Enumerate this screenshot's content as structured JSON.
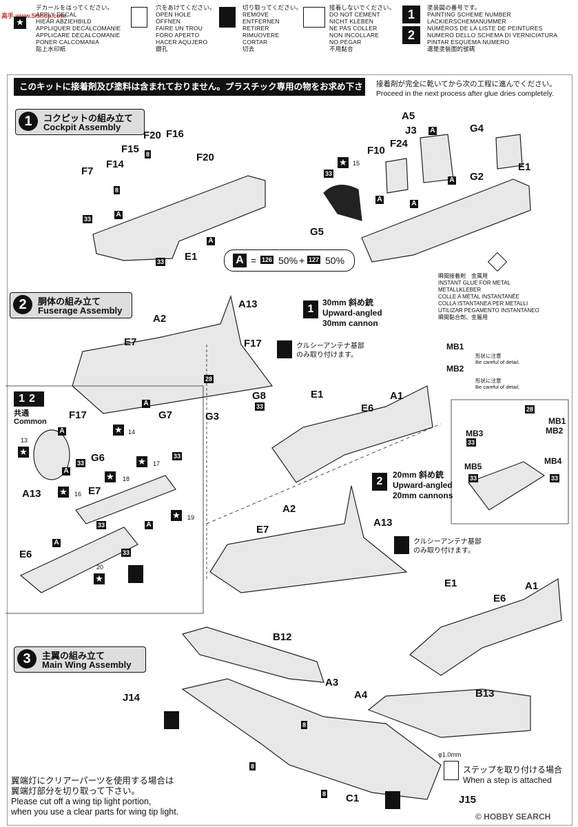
{
  "legend": {
    "decal": [
      "APPLY DECAL",
      "HIEAR ABZIEHBILD",
      "APPLIQUER DECALCOMANIE",
      "APPLICARE DECALCOMANIE",
      "PONER CALCOMANIA",
      "貼上水印紙"
    ],
    "decal_jp": "デカールをはってください。",
    "hole": [
      "穴をあけてください。",
      "OPEN HOLE",
      "ÖFFNEN",
      "FAIRE UN TROU",
      "FORO APERTO",
      "HACER AQUJERO",
      "鑽孔"
    ],
    "cut": [
      "切り取ってください。",
      "REMOVE",
      "ENTFERNEN",
      "RETIRER",
      "RIMUOVERE",
      "CORTAR",
      "切去"
    ],
    "noglue": [
      "接着しないでください。",
      "DO NOT CEMENT",
      "NICHT KLEBEN",
      "NE PAS COLLER",
      "NON INCOLLARE",
      "NO PEGAR",
      "不用黏合"
    ],
    "scheme": [
      "塗装図の番号です。",
      "PAINTING SCHEME NUMBER",
      "LACKIERSCHEMANUMMER",
      "NUMÉROS DE LA LISTE DE PEINTURES",
      "NUMERO DELLO SCHEMA DI VERNICIATURA",
      "PINTAR ESQUEMA NUMERO",
      "選是塗裝圖的號碼"
    ]
  },
  "watermark": "高手 www.5ishop.com",
  "notice": "このキットに接着剤及び塗料は含まれておりません。プラスチック専用の物をお求め下さい。",
  "glue_note_jp": "接着剤が完全に乾いてから次の工程に進んでください。",
  "glue_note_en": "Proceed in the next process after glue dries completely.",
  "steps": [
    {
      "num": "1",
      "jp": "コクピットの組み立て",
      "en": "Cockpit Assembly"
    },
    {
      "num": "2",
      "jp": "胴体の組み立て",
      "en": "Fuserage Assembly"
    },
    {
      "num": "3",
      "jp": "主翼の組み立て",
      "en": "Main Wing Assembly"
    }
  ],
  "color_formula": {
    "a": "A",
    "eq": "=",
    "c1": "126",
    "p1": "50%",
    "plus": "+",
    "c2": "127",
    "p2": "50%"
  },
  "instant_glue": [
    "瞬間接着剤　金属用",
    "INSTANT GLUE FOR METAL",
    "METALLKLEBER",
    "COLLE A MÉTAL INSTANTANÉE",
    "COLLA ISTANTANEA PER METALLI",
    "UTILIZAR PEGAMENTO INSTANTANEO",
    "瞬間黏合劑、金屬用"
  ],
  "scheme1": {
    "jp": "30mm 斜め銃",
    "en1": "Upward-angled",
    "en2": "30mm cannon"
  },
  "scheme2": {
    "jp": "20mm 斜め銃",
    "en1": "Upward-angled",
    "en2": "20mm cannons"
  },
  "antenna_note": [
    "クルシーアンテナ基部",
    "のみ取り付けます。"
  ],
  "detail_note": [
    "形状に注意",
    "Be careful of detail."
  ],
  "common": {
    "jp": "共通",
    "en": "Common"
  },
  "parts": {
    "A5": "A5",
    "J3": "J3",
    "G4": "G4",
    "F10": "F10",
    "F24": "F24",
    "G2": "G2",
    "E1": "E1",
    "G5": "G5",
    "F20": "F20",
    "F16": "F16",
    "F15": "F15",
    "F14": "F14",
    "F7": "F7",
    "A2": "A2",
    "A13": "A13",
    "E7": "E7",
    "F17": "F17",
    "G8": "G8",
    "G7": "G7",
    "G3": "G3",
    "A1": "A1",
    "E6": "E6",
    "G6": "G6",
    "MB1": "MB1",
    "MB2": "MB2",
    "MB3": "MB3",
    "MB4": "MB4",
    "MB5": "MB5",
    "B12": "B12",
    "B13": "B13",
    "A3": "A3",
    "A4": "A4",
    "J14": "J14",
    "J15": "J15",
    "C1": "C1"
  },
  "nums": {
    "n8": "8",
    "n33": "33",
    "n28": "28",
    "n15": "15",
    "n13": "13",
    "n14": "14",
    "n16": "16",
    "n17": "17",
    "n18": "18",
    "n19": "19",
    "n20": "20",
    "A": "A",
    "star": "★"
  },
  "step_note": {
    "dia": "φ1.0mm",
    "jp": "ステップを取り付ける場合",
    "en": "When a step is attached"
  },
  "wingtip": [
    "翼端灯にクリアーパーツを使用する場合は",
    "翼端灯部分を切り取って下さい。",
    "Please cut off a wing tip light portion,",
    "when you use a clear parts for wing tip light."
  ],
  "credit": "© HOBBY SEARCH"
}
